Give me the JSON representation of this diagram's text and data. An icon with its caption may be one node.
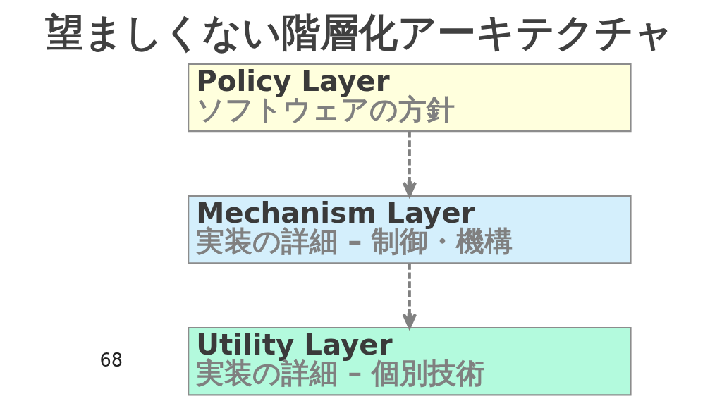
{
  "diagram": {
    "title": "望ましくない階層化アーキテクチャ",
    "nodes": [
      {
        "text": [
          "Policy Layer",
          "ソフトウェアの方針"
        ]
      },
      {
        "text": [
          "Mechanism Layer",
          "実装の詳細 – 制御・機構"
        ]
      },
      {
        "text": [
          "Utility Layer",
          "実装の詳細 – 個別技術"
        ]
      }
    ],
    "edges": [
      {
        "from": 0,
        "to": 1,
        "arrow": "to",
        "style": "dashed"
      },
      {
        "from": 1,
        "to": 2,
        "arrow": "to",
        "style": "dashed"
      }
    ],
    "labels": [
      "68"
    ]
  }
}
